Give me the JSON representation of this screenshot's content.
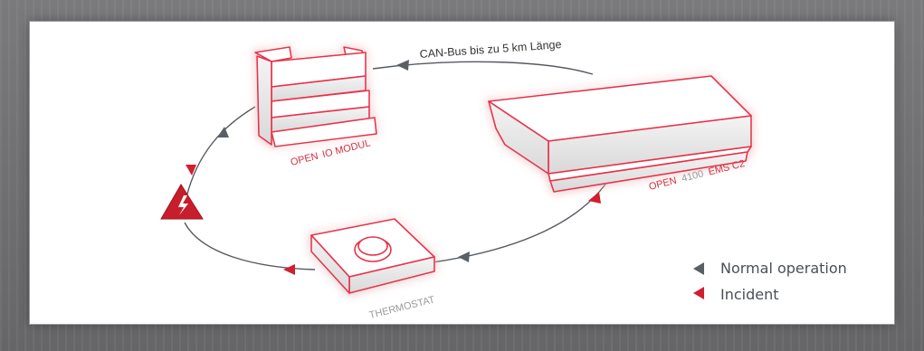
{
  "diagram": {
    "bus_label": "CAN-Bus bis zu 5 km Länge",
    "devices": {
      "io_module": {
        "prefix": "OPEN",
        "model": "IO MODUL"
      },
      "ems": {
        "prefix": "OPEN",
        "number": "4100",
        "model": "EMS C2"
      },
      "thermostat": {
        "label": "THERMOSTAT"
      }
    },
    "warning_icon": "lightning-warning-icon"
  },
  "legend": {
    "normal": "Normal operation",
    "incident": "Incident"
  },
  "colors": {
    "glow": "#e8324a",
    "normal_arrow": "#5a5f66",
    "incident_arrow": "#d01f2f",
    "line": "#555a60",
    "label_red": "#d43040",
    "label_gray": "#9a9a9a"
  }
}
